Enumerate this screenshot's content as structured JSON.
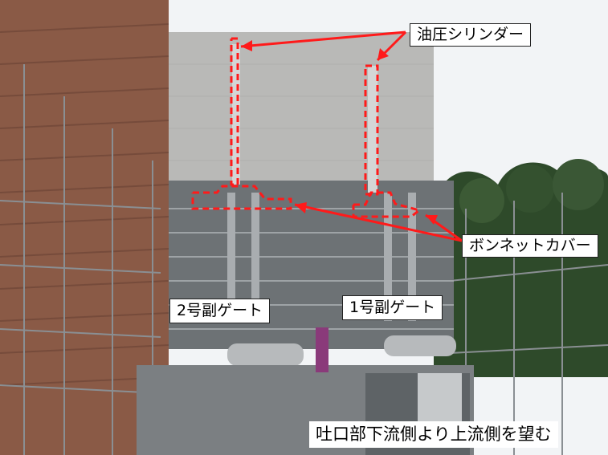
{
  "labels": {
    "hydraulic_cylinder": "油圧シリンダー",
    "bonnet_cover": "ボンネットカバー",
    "gate_2": "2号副ゲート",
    "gate_1": "1号副ゲート",
    "caption": "吐口部下流側より上流側を望む"
  },
  "colors": {
    "annotation": "#ff1a1a",
    "sky": "#f2f4f6",
    "dam_wall": "#b9b9b7",
    "scaffold": "#8a8f93",
    "pipe": "#a9adb0",
    "brick": "#8a5a46",
    "trees": "#2e4a2a"
  }
}
